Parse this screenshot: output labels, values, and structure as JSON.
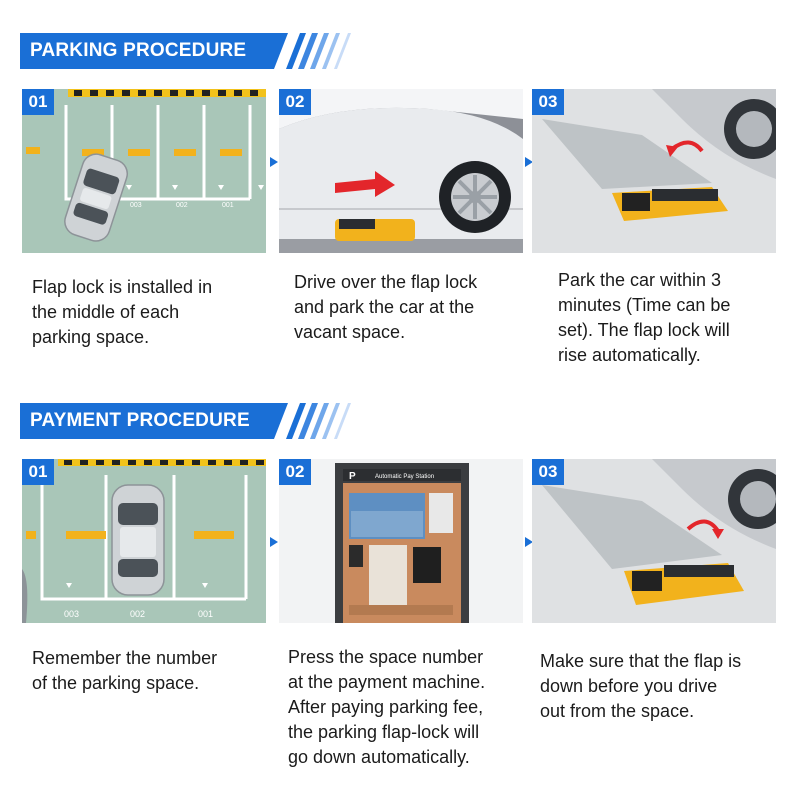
{
  "sections": [
    {
      "title": "PARKING PROCEDURE",
      "steps": [
        {
          "num": "01",
          "caption": [
            "Flap lock is installed in",
            "the middle of each",
            "parking space."
          ]
        },
        {
          "num": "02",
          "caption": [
            "Drive over the flap lock",
            "and park the car at the",
            "vacant space."
          ]
        },
        {
          "num": "03",
          "caption": [
            "Park the car within 3",
            "minutes (Time can be",
            "set).  The flap lock will",
            "rise automatically."
          ]
        }
      ]
    },
    {
      "title": "PAYMENT PROCEDURE",
      "steps": [
        {
          "num": "01",
          "caption": [
            "Remember the number",
            "of the parking space."
          ]
        },
        {
          "num": "02",
          "caption": [
            "Press the space number",
            "at the payment machine.",
            "After paying parking fee,",
            "the parking flap-lock will",
            "go down automatically."
          ]
        },
        {
          "num": "03",
          "caption": [
            "Make sure that the flap is",
            "down before you drive",
            "out from the space."
          ]
        }
      ]
    }
  ],
  "lot_labels_top": [
    "003",
    "002",
    "001"
  ],
  "lot_labels_bottom": [
    "003",
    "002",
    "001"
  ],
  "machine_brand": "P",
  "machine_title": "Automatic Pay Station",
  "colors": {
    "accent": "#1a6fd6",
    "lot_ground": "#a9c6b8",
    "lock_yellow": "#f2b21c"
  }
}
